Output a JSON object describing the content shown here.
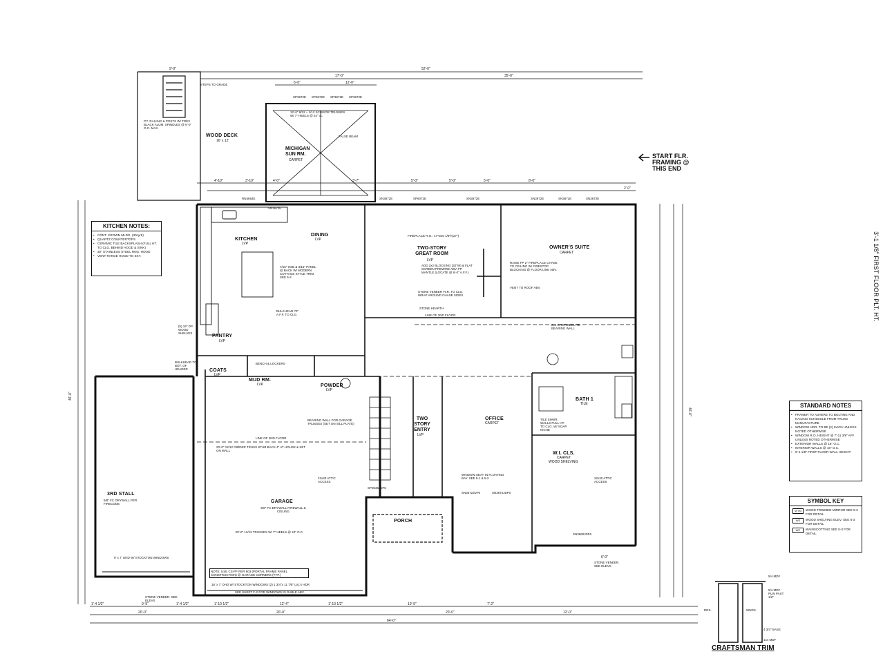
{
  "overall": {
    "top_width": "52'-0\"",
    "bottom_width": "64'-0\"",
    "left_depth": "46'-0\"",
    "right_depth": "46'-0\"",
    "plan_title": "3'-1 1/8\" FIRST FLOOR PLT. HT."
  },
  "top_dims": [
    "9'-0\"",
    "17'-0\"",
    "35'-0\"",
    "6'-0\"",
    "12'-0\"",
    "4'-10\"",
    "3'-10\"",
    "4'-0\"",
    "3'-7\"",
    "5'-0\"",
    "5'-0\"",
    "5'-0\"",
    "8'-0\"",
    "2'-0\""
  ],
  "bottom_dims": [
    "1'-4 1/2\"",
    "9'-5\"",
    "1'-4 1/2\"",
    "1'-10 1/2\"",
    "12'-4\"",
    "1'-10 1/2\"",
    "20'-0\"",
    "20'-0\"",
    "10'-9\"",
    "20'-0\"",
    "7'-2\"",
    "12'-0\"",
    "6'-0\""
  ],
  "rooms": {
    "wood_deck": {
      "name": "WOOD DECK",
      "size": "16' x 12'"
    },
    "sun_room": {
      "name": "MICHIGAN SUN RM.",
      "floor": "CARPET"
    },
    "kitchen": {
      "name": "KITCHEN",
      "floor": "LVP"
    },
    "dining": {
      "name": "DINING",
      "floor": "LVP"
    },
    "great_room": {
      "name": "TWO-STORY GREAT ROOM",
      "floor": "LVP"
    },
    "owners_suite": {
      "name": "OWNER'S SUITE",
      "floor": "CARPET"
    },
    "pantry": {
      "name": "PANTRY",
      "floor": "LVP"
    },
    "coats": {
      "name": "COATS",
      "floor": "LVP"
    },
    "mud_room": {
      "name": "MUD RM.",
      "floor": "LVP"
    },
    "powder": {
      "name": "POWDER",
      "floor": "LVP"
    },
    "entry": {
      "name": "TWO STORY ENTRY",
      "floor": "LVP"
    },
    "office": {
      "name": "OFFICE",
      "floor": "CARPET"
    },
    "bath": {
      "name": "BATH 1",
      "floor": "TILE"
    },
    "wi_cls": {
      "name": "W.I. CLS.",
      "floor": "CARPET",
      "note": "WOOD SHELVING"
    },
    "porch": {
      "name": "PORCH"
    },
    "third_stall": {
      "name": "3RD STALL",
      "note": "5/8\" FC DRYWALL PER FIRECODE"
    },
    "garage": {
      "name": "GARAGE",
      "note": "5/8\" FC DRYWALL FIREWALL & CEILING"
    }
  },
  "annotations": {
    "stairs_to_grade": "STEPS TO GRADE",
    "railing": "P.T. RAILING & POSTS W/ TREX BLACK ALUM. SPINDLES @ 6'-0\" O.C. MAX.",
    "start_framing": "START FLR. FRAMING @ THIS END",
    "trusses_sun": "12'-0\" 8/12 + 1/12 SCISSOR TRUSSES W/ 7\" HEELS @ 24\" oc.",
    "false_beam": "FALSE BEAM",
    "fireplace": "FIREPLACE R.O.: 47\"w40 1/8\"h(27\")",
    "blocking": "ADD 2x2 BLOCKING (32\"W) & FLAT SCREEN PREWIRE ABV. FP MANTLE (LOCATE @ 6'-0\" A.F.F.)",
    "stone_veneer": "STONE VENEER FLR. TO CLG. WRAP AROUND CHASE SIDES",
    "stone_hearth": "STONE HEARTH",
    "raise_fp": "RAISE FP 2\" FIREPLACE CHASE TO CEILING W/ FIRESTOP BLOCKING @ FLOOR LINE ABV.",
    "vent_roof": "VENT TO ROOF ABV.",
    "bearing_wall": "2x4 INTERMEDIATE BEARING WALL",
    "bath_vent": "TILE SHWR. WALLS FULL HT. TO CLG. W/ SOAP NICHE",
    "garage_trusses": "20'-0\" 12/12 TRUSSES W/ 7\" HEELS @ 24\" O.C.",
    "girder": "20'-0\" 12/12 GIRDER TRUSS STUB BACK 4\" AT HOUSE & SET ON WALL",
    "attic": "22x30 ATTIC ACCESS",
    "bearing_garage": "BEARING WALL FOR GARAGE TRUSSES (SET ON SILL PLATE)",
    "window_seat": "WINDOW SEAT IN FLOATING BAY. SEE 5-1 & 5-2",
    "line_second_floor": "LINE OF 2ND FLOOR",
    "garage_door": "16' x 7' OHD W/ STOCKTON WINDOWS (2) 1 3/4\"x 11 7/8\" LVL's HDR",
    "third_door": "9' x 7' OHD W/ STOCKTON WINDOWS",
    "sheet_f2": "SEE SHEET F-2 FOR WINDOWS IN GABLE ABV.",
    "stone_veneer_elev": "STONE VENEER. SEE ELEVS",
    "note_garage": "NOTE: USE CS-PF PER 603 (PORTAL FRAME PANEL CONSTRUCTION) @ GARAGE CORNERS (TYP.)",
    "bulkhead": "BULKHEAD 72\" A.F.F. TO CLG.",
    "bench": "BENCH & LOCKERS",
    "bulkhead_left": "BULKHEAD TO BOT. OF HEADER",
    "shelves": "(5) 16\" DP. WOOD SHELVES",
    "osb_panel": "7/16\" OSB & 3/16\" PANEL @ BACK W/ MODERN COTTAGE STYLE TRIM. SEE 5-2"
  },
  "window_tags": [
    "SP3672E",
    "SP3672E",
    "SP3672E",
    "SP3672E",
    "SN3672E",
    "SN3672E",
    "SP6072E",
    "SN3672E",
    "SN3672E",
    "SN3672E",
    "RN4854E",
    "SN3672E",
    "SP3036JDF6",
    "SN3672JDF6",
    "SN3672JDF6",
    "SN3660JDF6"
  ],
  "kitchen_notes": {
    "title": "KITCHEN NOTES:",
    "items": [
      "CONT. CROWN MLDG. (30cyr8)",
      "QUARTZ COUNTERTOPS",
      "CERAMIC TILE BACKSPLASH (FULL HT. TO CLG. BEHIND HOOD & SINK)",
      "30\" STAINLESS STEEL RNG. HOOD",
      "VENT RANGE HOOD TO EXT."
    ]
  },
  "standard_notes": {
    "title": "STANDARD NOTES",
    "items": [
      "FRAMER TO ADHERE TO BOLTING AND NAILING SCHEDULE FROM TRUSS MANUFACTURE",
      "WINDOW HDR. TO BE (2) 2x10's UNLESS NOTED OTHERWISE",
      "WINDOW R.O. HEIGHT @ 7'-11 3/8\" AFF UNLESS NOTED OTHERWISE",
      "EXTERIOR WALLS @ 16\" O.C.",
      "INTERIOR WALLS @ 16\" O.C.",
      "9'-1 1/8\" FIRST FLOOR WALL HEIGHT"
    ]
  },
  "symbol_key": {
    "title": "SYMBOL KEY",
    "items": [
      {
        "icon": "WTM",
        "text": "WOOD TRIMMED MIRROR SEE 5-3 FOR DETAIL"
      },
      {
        "icon": "WS",
        "text": "WOOD SHELVING ELEV. SEE 5-3 FOR DETAIL"
      },
      {
        "icon": "WC",
        "text": "WAINSCOTTING SEE 5-3 FOR DETAIL"
      }
    ]
  },
  "trim_detail": {
    "title": "CRAFTSMAN TRIM",
    "labels": [
      "5/4 MDF",
      "5/4 MDF RUN PAST 1/2\"",
      "1x4 MDF",
      "4 3/4\" BASE",
      "DRS.",
      "WNDS."
    ]
  }
}
